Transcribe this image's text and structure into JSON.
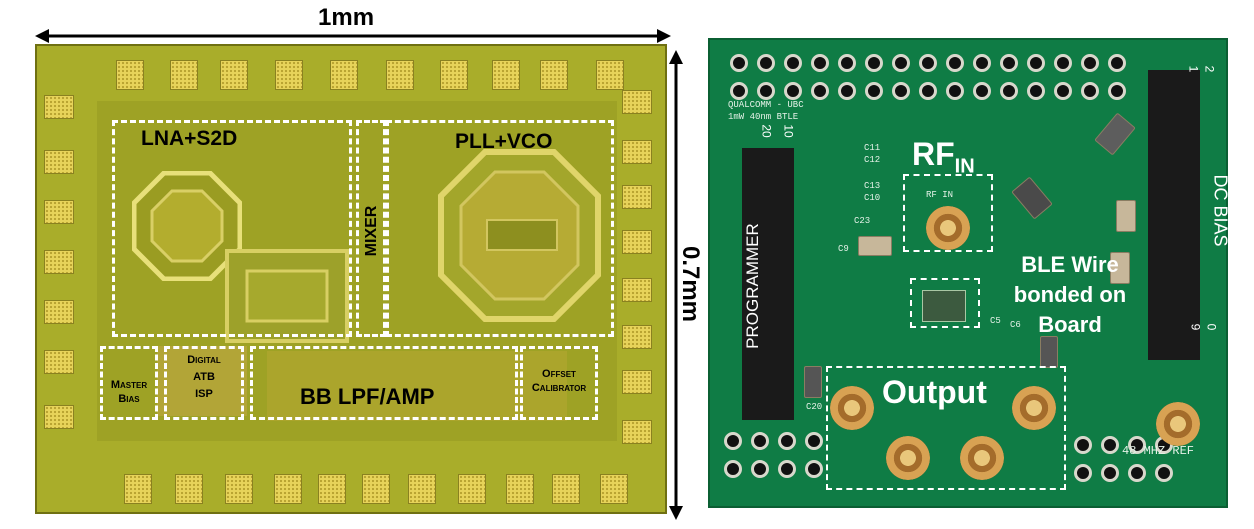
{
  "chip": {
    "width_label": "1mm",
    "height_label": "0.7mm",
    "blocks": {
      "lna": "LNA+S2D",
      "pll": "PLL+VCO",
      "mixer": "MIXER",
      "master_bias_1": "Master",
      "master_bias_2": "Bias",
      "digital_1": "Digital",
      "digital_2": "ATB",
      "digital_3": "ISP",
      "bb": "BB LPF/AMP",
      "offset_1": "Offset",
      "offset_2": "Calibrator"
    }
  },
  "board": {
    "rf_in_main": "RF",
    "rf_in_sub": "IN",
    "ble_1": "BLE Wire",
    "ble_2": "bonded on",
    "ble_3": "Board",
    "output": "Output",
    "programmer": "PROGRAMMER",
    "dc_bias": "DC BIAS",
    "silk_1": "QUALCOMM - UBC",
    "silk_2": "1mW 40nm BTLE",
    "ref": "48 MHZ REF",
    "rf_in_silk": "RF IN",
    "hdr_20": "20",
    "hdr_10": "10",
    "hdr_1": "1",
    "hdr_2": "2",
    "hdr_9": "9",
    "hdr_0": "0",
    "c11": "C11",
    "c12": "C12",
    "c13": "C13",
    "c10": "C10",
    "c23": "C23",
    "c9": "C9",
    "c5": "C5",
    "c6": "C6",
    "c20": "C20"
  },
  "colors": {
    "die": "#a9ad2a",
    "pad": "#e7d35a",
    "board": "#0f7c45",
    "dashed": "#ffffff"
  }
}
